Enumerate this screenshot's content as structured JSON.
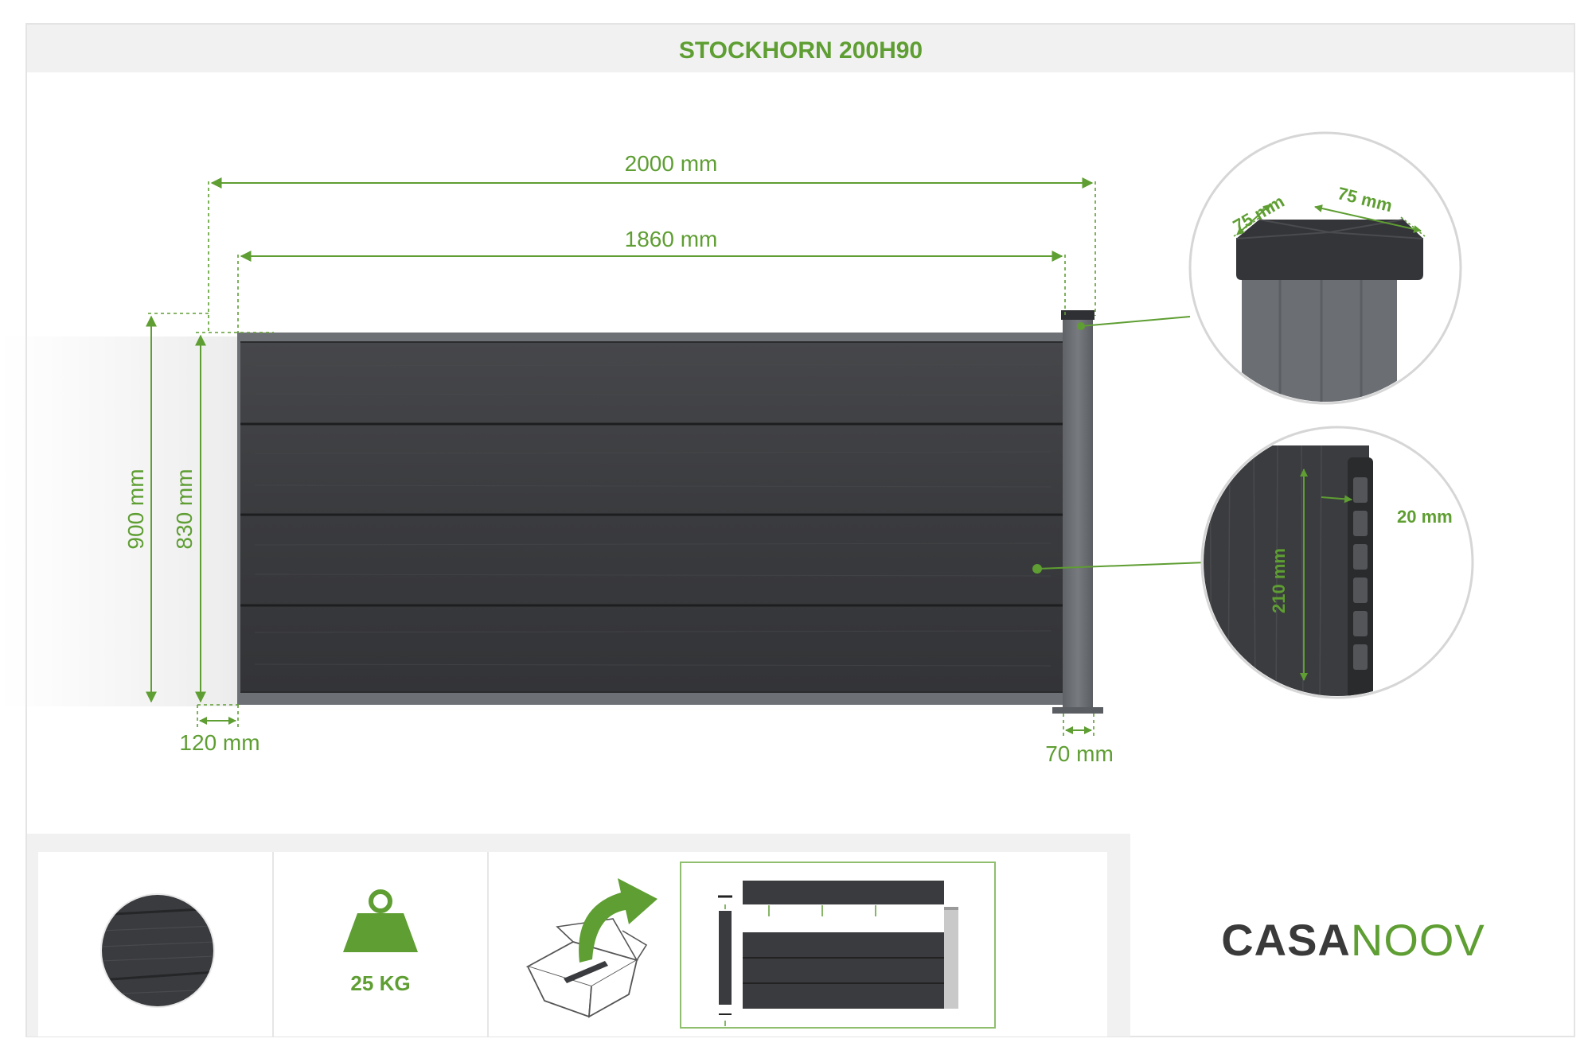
{
  "title": "STOCKHORN 200H90",
  "dimensions": {
    "total_width": "2000 mm",
    "panel_width": "1860 mm",
    "total_height": "900 mm",
    "panel_height": "830 mm",
    "ground_gap": "120 mm",
    "post_width": "70 mm"
  },
  "post_detail": {
    "cap_width": "75 mm",
    "cap_depth": "75 mm"
  },
  "board_detail": {
    "height": "210 mm",
    "thickness": "20 mm"
  },
  "features": {
    "weight": "25 KG"
  },
  "brand": {
    "part1": "CASA",
    "part2": "NOOV"
  },
  "colors": {
    "accent_green": "#5e9e32",
    "panel_dark": "#3c3d40",
    "frame_gray": "#6d7075",
    "brand_dark": "#3a3a3a"
  }
}
